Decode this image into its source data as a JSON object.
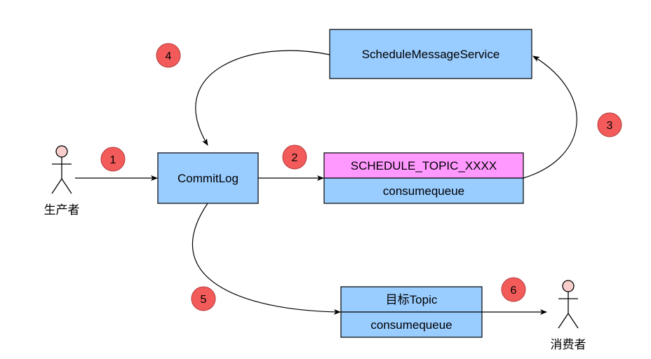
{
  "colors": {
    "box_fill": "#99ccff",
    "topic_fill": "#ff99ff",
    "badge_fill": "#f35b5b",
    "actor_head": "#f8cecc",
    "line": "#000000"
  },
  "actors": {
    "producer": "生产者",
    "consumer": "消费者"
  },
  "boxes": {
    "schedule_service": "ScheduleMessageService",
    "commitlog": "CommitLog",
    "schedule_topic": "SCHEDULE_TOPIC_XXXX",
    "schedule_queue": "consumequeue",
    "target_topic": "目标Topic",
    "target_queue": "consumequeue"
  },
  "steps": [
    "1",
    "2",
    "3",
    "4",
    "5",
    "6"
  ]
}
